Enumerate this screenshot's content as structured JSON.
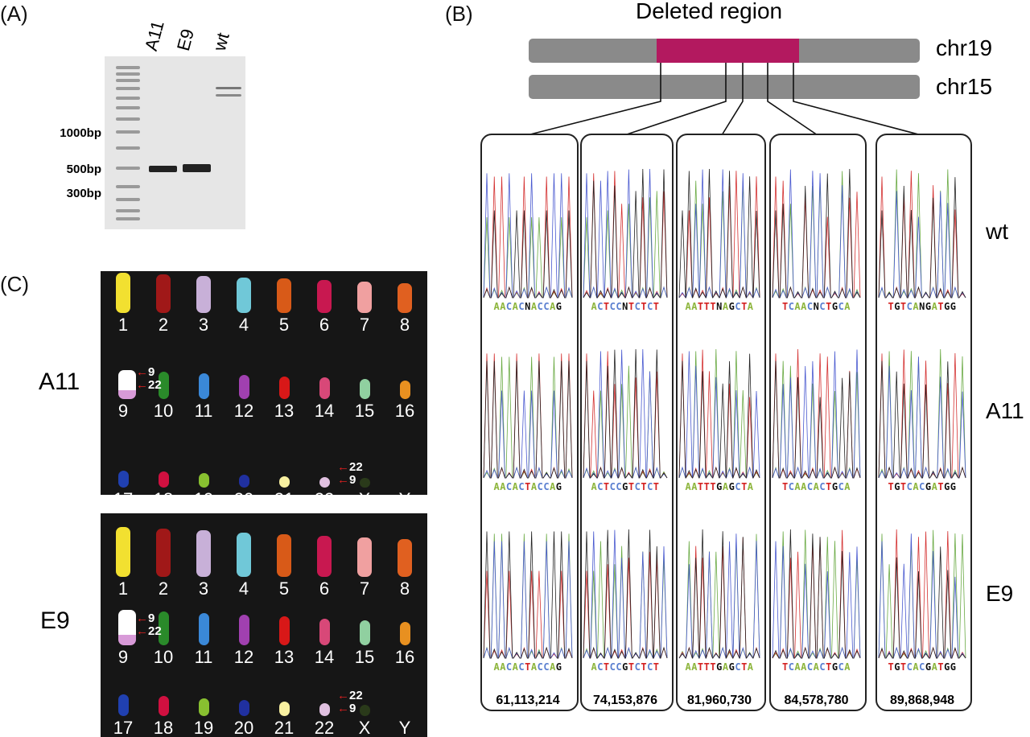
{
  "panel_a": {
    "label": "(A)",
    "lanes": [
      "A11",
      "E9",
      "wt"
    ],
    "markers": [
      "1000bp",
      "500bp",
      "300bp"
    ]
  },
  "panel_b": {
    "label": "(B)",
    "title": "Deleted region",
    "chromosomes": [
      "chr19",
      "chr15"
    ],
    "rows": [
      "wt",
      "A11",
      "E9"
    ],
    "highlight_color": "#b3195f",
    "chr_color": "#8a8a8a",
    "base_colors": {
      "A": "#8db53c",
      "C": "#5a7fd0",
      "G": "#111111",
      "T": "#d42222",
      "N": "#111111"
    },
    "sites": [
      {
        "position": "61,113,214",
        "seqs": [
          "AACACNACCAG",
          "AACACTACCAG",
          "AACACTACCAG"
        ]
      },
      {
        "position": "74,153,876",
        "seqs": [
          "ACTCCNTCTCT",
          "ACTCCGTCTCT",
          "ACTCCGTCTCT"
        ]
      },
      {
        "position": "81,960,730",
        "seqs": [
          "AATTTNAGCTA",
          "AATTTGAGCTA",
          "AATTTGAGCTA"
        ]
      },
      {
        "position": "84,578,780",
        "seqs": [
          "TCAACNCTGCA",
          "TCAACACTGCA",
          "TCAACACTGCA"
        ]
      },
      {
        "position": "89,868,948",
        "seqs": [
          "TGTCANGATGG",
          "TGTCACGATGG",
          "TGTCACGATGG"
        ]
      }
    ]
  },
  "panel_c": {
    "label": "(C)",
    "samples": [
      "A11",
      "E9"
    ],
    "chromosomes": [
      "1",
      "2",
      "3",
      "4",
      "5",
      "6",
      "7",
      "8",
      "9",
      "10",
      "11",
      "12",
      "13",
      "14",
      "15",
      "16",
      "17",
      "18",
      "19",
      "20",
      "21",
      "22",
      "X",
      "Y"
    ],
    "colors": [
      "#f2e030",
      "#a01818",
      "#c8b0d8",
      "#70c8d8",
      "#d85a18",
      "#c81850",
      "#f0a0a0",
      "#e06020",
      "#ffffff",
      "#2a8a2a",
      "#3a88d8",
      "#a040b0",
      "#d81818",
      "#d84878",
      "#90d0a0",
      "#e89020",
      "#2040b0",
      "#d01040",
      "#88c030",
      "#2030a0",
      "#f8f0a0",
      "#e0c0e0",
      "#2a3a1a",
      "#161616"
    ],
    "translocation_labels": [
      "9",
      "22"
    ]
  }
}
